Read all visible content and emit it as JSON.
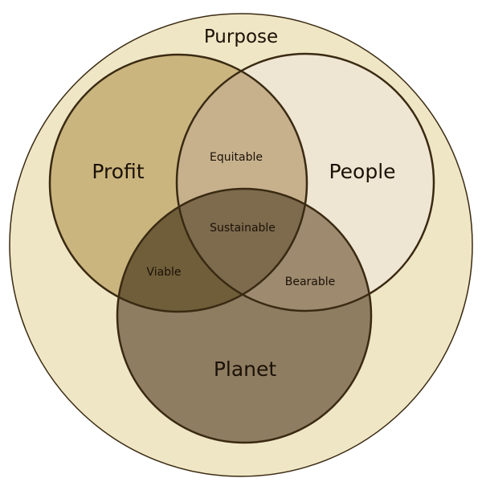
{
  "diagram": {
    "outer_label": "Purpose",
    "circles": {
      "profit": {
        "label": "Profit",
        "color": "#cbb57f"
      },
      "people": {
        "label": "People",
        "color": "#efe5d3"
      },
      "planet": {
        "label": "Planet",
        "color": "#8f7d62"
      }
    },
    "intersections": {
      "profit_people": "Equitable",
      "profit_planet": "Viable",
      "people_planet": "Bearable",
      "all_three": "Sustainable"
    },
    "colors": {
      "outer_fill": "#efe6c5",
      "stroke": "#3a2a12",
      "profit_people": "#c7b18d",
      "profit_planet": "#705e3a",
      "people_planet": "#9e8a6f",
      "all_three": "#7e6b4e"
    }
  }
}
